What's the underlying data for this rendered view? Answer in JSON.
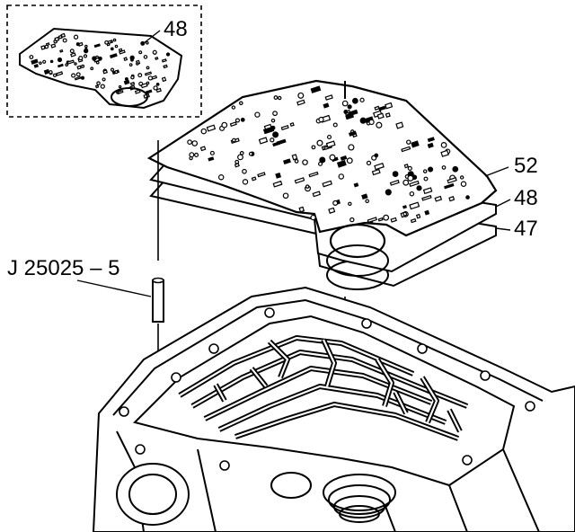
{
  "callouts": {
    "inset_gasket": "48",
    "spacer_plate": "52",
    "upper_gasket": "48",
    "lower_gasket": "47",
    "tool": "J 25025 – 5"
  },
  "colors": {
    "line": "#000000",
    "background": "#ffffff"
  }
}
